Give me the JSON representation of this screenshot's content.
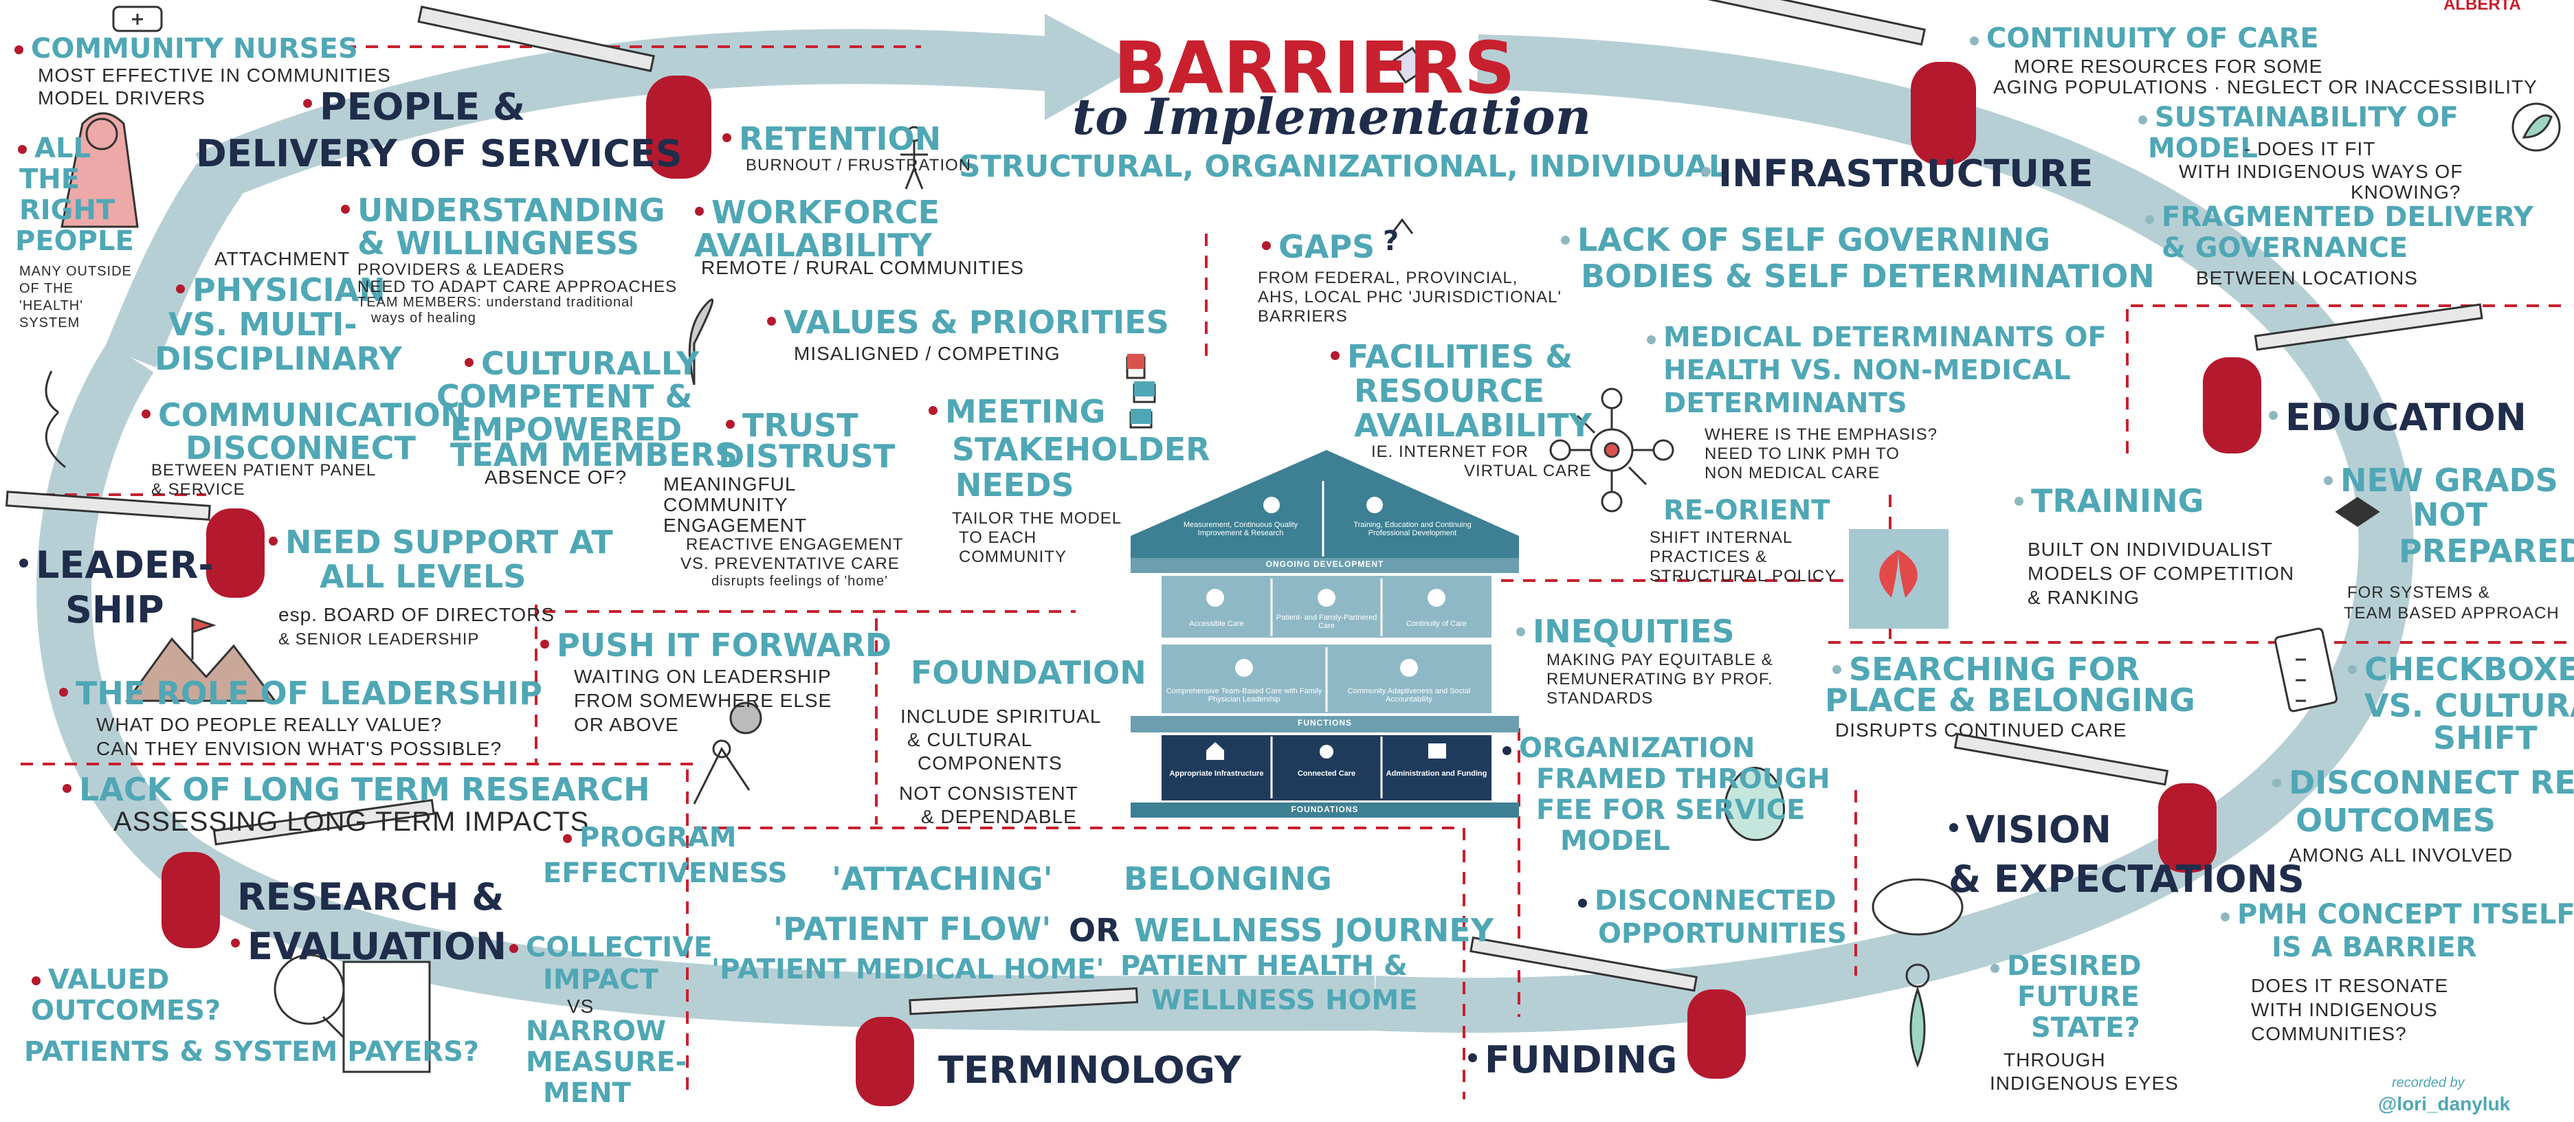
{
  "title": {
    "main": "BARRIERS",
    "sub": "to Implementation",
    "tag": "STRUCTURAL, ORGANIZATIONAL, INDIVIDUAL"
  },
  "corner_logo": "ALBERTA",
  "credit": {
    "line1": "recorded by",
    "line2": "@lori_danyluk"
  },
  "colors": {
    "teal": "#4fa7b5",
    "navy": "#1f2d4b",
    "red": "#b5192d",
    "arrow": "#b6cfd5",
    "house": "#3d7f93",
    "house_light": "#6b9fb0"
  },
  "sections": {
    "people": "PEOPLE &",
    "people2": "DELIVERY OF SERVICES",
    "leadership": "LEADER-",
    "leadership2": "SHIP",
    "research": "RESEARCH &",
    "research2": "EVALUATION",
    "terminology": "TERMINOLOGY",
    "funding": "FUNDING",
    "vision": "VISION",
    "vision2": "& EXPECTATIONS",
    "education": "EDUCATION",
    "infrastructure": "INFRASTRUCTURE"
  },
  "left": {
    "community_nurses": "COMMUNITY NURSES",
    "community_nurses_note1": "MOST EFFECTIVE IN COMMUNITIES",
    "community_nurses_note2": "MODEL DRIVERS",
    "all": "ALL",
    "the": "THE",
    "right": "RIGHT",
    "people": "PEOPLE",
    "people_note1": "MANY OUTSIDE",
    "people_note2": "OF THE",
    "people_note3": "'HEALTH'",
    "people_note4": "SYSTEM",
    "attachment": "ATTACHMENT",
    "physician": "PHYSICIAN",
    "vs_multi": "VS. MULTI-",
    "disciplinary": "DISCIPLINARY",
    "communication": "COMMUNICATION",
    "disconnect": "DISCONNECT",
    "comm_note1": "BETWEEN PATIENT PANEL",
    "comm_note2": "& SERVICE",
    "understanding": "UNDERSTANDING",
    "willingness": "& WILLINGNESS",
    "und_note1": "PROVIDERS & LEADERS",
    "und_note2": "NEED TO ADAPT CARE APPROACHES",
    "und_note3": "TEAM MEMBERS: understand traditional",
    "und_note4": "ways of healing",
    "culturally": "CULTURALLY",
    "competent": "COMPETENT &",
    "empowered": "EMPOWERED",
    "team_members": "TEAM MEMBERS",
    "absence": "ABSENCE OF?",
    "need_support": "NEED SUPPORT AT",
    "all_levels": "ALL LEVELS",
    "support_note1": "esp. BOARD OF DIRECTORS",
    "support_note2": "& SENIOR LEADERSHIP",
    "role": "THE ROLE OF LEADERSHIP",
    "role_note1": "WHAT DO PEOPLE REALLY VALUE?",
    "role_note2": "CAN THEY ENVISION WHAT'S POSSIBLE?",
    "push": "PUSH IT FORWARD",
    "push_note1": "WAITING ON LEADERSHIP",
    "push_note2": "FROM SOMEWHERE ELSE",
    "push_note3": "OR ABOVE",
    "lack_research": "LACK OF LONG TERM RESEARCH",
    "lack_research_note": "ASSESSING LONG TERM IMPACTS",
    "valued": "VALUED",
    "outcomes": "OUTCOMES?",
    "payers": "PATIENTS & SYSTEM PAYERS?",
    "program": "PROGRAM",
    "effectiveness": "EFFECTIVENESS",
    "collective": "COLLECTIVE",
    "impact": "IMPACT",
    "vs": "VS",
    "narrow": "NARROW",
    "measure": "MEASURE-",
    "ment": "MENT"
  },
  "center": {
    "retention": "RETENTION",
    "retention_note": "BURNOUT / FRUSTRATION",
    "workforce": "WORKFORCE",
    "availability": "AVAILABILITY",
    "workforce_note": "REMOTE / RURAL COMMUNITIES",
    "values": "VALUES & PRIORITIES",
    "values_note": "MISALIGNED / COMPETING",
    "trust": "TRUST",
    "distrust": "DISTRUST",
    "trust_note1": "MEANINGFUL",
    "trust_note2": "COMMUNITY",
    "trust_note3": "ENGAGEMENT",
    "trust_note4": "REACTIVE ENGAGEMENT",
    "trust_note5": "VS. PREVENTATIVE CARE",
    "trust_note6": "disrupts feelings of 'home'",
    "meeting": "MEETING",
    "stakeholder": "STAKEHOLDER",
    "needs": "NEEDS",
    "meeting_note1": "TAILOR THE MODEL",
    "meeting_note2": "TO EACH",
    "meeting_note3": "COMMUNITY",
    "foundation": "FOUNDATION",
    "foundation_note1": "INCLUDE SPIRITUAL",
    "foundation_note2": "& CULTURAL",
    "foundation_note3": "COMPONENTS",
    "foundation_note4": "NOT CONSISTENT",
    "foundation_note5": "& DEPENDABLE",
    "attaching": "'ATTACHING'",
    "or": "OR",
    "patient_flow": "'PATIENT FLOW'",
    "pmh": "'PATIENT MEDICAL HOME'",
    "belonging": "BELONGING",
    "wellness": "WELLNESS JOURNEY",
    "patient_health": "PATIENT HEALTH &",
    "wellness_home": "WELLNESS HOME",
    "gaps": "GAPS",
    "gaps_note1": "FROM FEDERAL, PROVINCIAL,",
    "gaps_note2": "AHS, LOCAL PHC 'JURISDICTIONAL'",
    "gaps_note3": "BARRIERS",
    "gaps_q": "?",
    "facilities": "FACILITIES &",
    "resource": "RESOURCE",
    "availability2": "AVAILABILITY",
    "facilities_note1": "IE. INTERNET FOR",
    "facilities_note2": "VIRTUAL CARE"
  },
  "house": {
    "roof_left": "Measurement, Continuous Quality Improvement & Research",
    "roof_right": "Training, Education and Continuing Professional Development",
    "band1": "ONGOING DEVELOPMENT",
    "f1": "Accessible Care",
    "f2": "Patient- and Family-Partnered Care",
    "f3": "Continuity of Care",
    "f4": "Comprehensive Team-Based Care with Family Physician Leadership",
    "f5": "Community Adaptiveness and Social Accountability",
    "band2": "FUNCTIONS",
    "b1": "Appropriate Infrastructure",
    "b2": "Connected Care",
    "b3": "Administration and Funding",
    "band3": "FOUNDATIONS"
  },
  "right": {
    "continuity": "CONTINUITY OF CARE",
    "continuity_note1": "MORE RESOURCES FOR SOME",
    "continuity_note2": "AGING POPULATIONS · NEGLECT OR INACCESSIBILITY",
    "sustainability": "SUSTAINABILITY OF",
    "model": "MODEL",
    "sust_note1": "- DOES IT FIT",
    "sust_note2": "WITH INDIGENOUS WAYS OF",
    "sust_note3": "KNOWING?",
    "fragmented": "FRAGMENTED DELIVERY",
    "governance": "& GOVERNANCE",
    "frag_note": "BETWEEN LOCATIONS",
    "self_gov1": "LACK OF SELF GOVERNING",
    "self_gov2": "BODIES & SELF DETERMINATION",
    "medical1": "MEDICAL DETERMINANTS OF",
    "medical2": "HEALTH VS. NON-MEDICAL",
    "medical3": "DETERMINANTS",
    "medical_note1": "WHERE IS THE EMPHASIS?",
    "medical_note2": "NEED TO LINK PMH TO",
    "medical_note3": "NON MEDICAL CARE",
    "reorient": "RE-ORIENT",
    "reorient_note1": "SHIFT INTERNAL",
    "reorient_note2": "PRACTICES &",
    "reorient_note3": "STRUCTURAL POLICY",
    "inequities": "INEQUITIES",
    "ineq_note1": "MAKING PAY EQUITABLE &",
    "ineq_note2": "REMUNERATING BY PROF.",
    "ineq_note3": "STANDARDS",
    "org1": "ORGANIZATION",
    "org2": "FRAMED THROUGH",
    "org3": "FEE FOR SERVICE",
    "org4": "MODEL",
    "disconnected1": "DISCONNECTED",
    "disconnected2": "OPPORTUNITIES",
    "training": "TRAINING",
    "training_note1": "BUILT ON INDIVIDUALIST",
    "training_note2": "MODELS OF COMPETITION",
    "training_note3": "& RANKING",
    "new_grads1": "NEW GRADS",
    "new_grads2": "NOT",
    "new_grads3": "PREPARED",
    "new_grads_note1": "FOR SYSTEMS &",
    "new_grads_note2": "TEAM BASED APPROACH",
    "searching1": "SEARCHING FOR",
    "searching2": "PLACE & BELONGING",
    "searching_note": "DISRUPTS CONTINUED CARE",
    "checkboxes1": "CHECKBOXES",
    "checkboxes2": "VS. CULTURAL",
    "checkboxes3": "SHIFT",
    "disconnect_re1": "DISCONNECT RE",
    "disconnect_re2": "OUTCOMES",
    "disconnect_re_note": "AMONG ALL INVOLVED",
    "pmh_concept1": "PMH CONCEPT ITSELF",
    "pmh_concept2": "IS A BARRIER",
    "pmh_note1": "DOES IT RESONATE",
    "pmh_note2": "WITH INDIGENOUS",
    "pmh_note3": "COMMUNITIES?",
    "desired1": "DESIRED",
    "desired2": "FUTURE",
    "desired3": "STATE?",
    "desired_note1": "THROUGH",
    "desired_note2": "INDIGENOUS EYES"
  }
}
